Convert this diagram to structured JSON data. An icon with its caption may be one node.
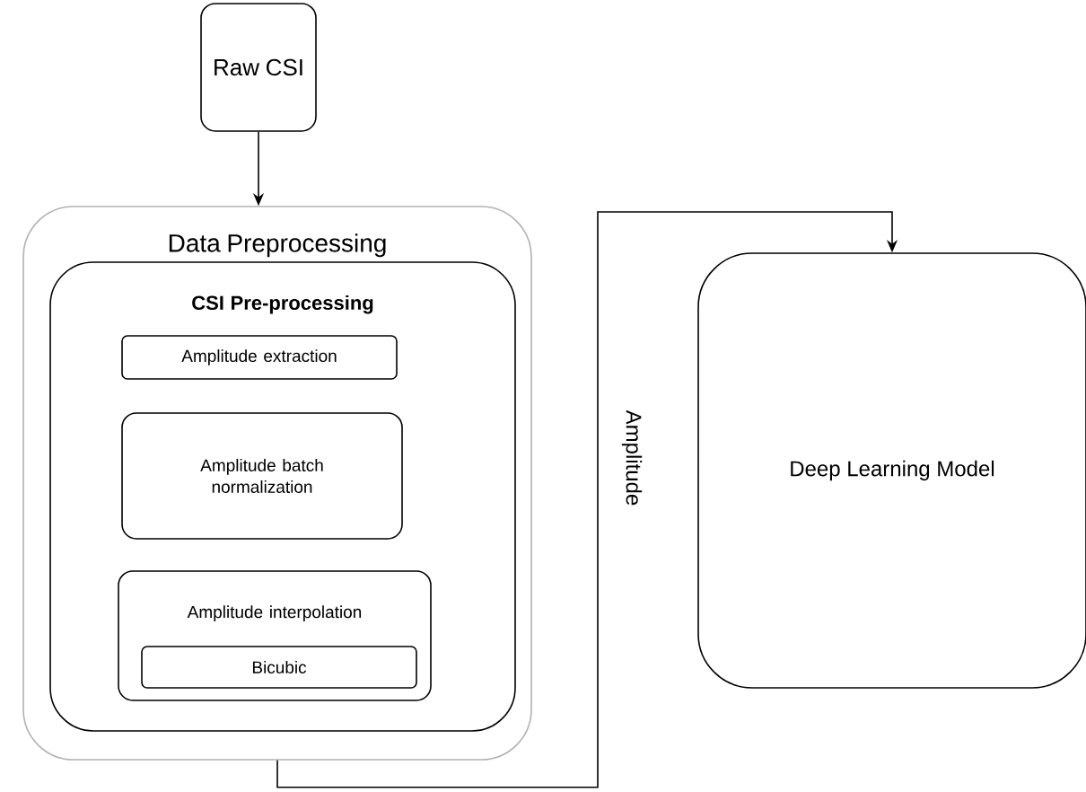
{
  "diagram": {
    "nodes": [
      {
        "text": [
          "Raw CSI"
        ]
      },
      {
        "text": [
          "Data Preprocessing"
        ]
      },
      {
        "text": [
          "CSI Pre-processing"
        ],
        "in": 1
      },
      {
        "text": [
          "Amplitude extraction"
        ],
        "in": 2
      },
      {
        "text": [
          "Amplitude batch normalization"
        ],
        "in": 2
      },
      {
        "text": [
          "Amplitude interpolation"
        ],
        "in": 2
      },
      {
        "text": [
          "Bicubic"
        ],
        "in": 5
      },
      {
        "text": [
          "Deep Learning Model"
        ]
      }
    ],
    "edges": [
      {
        "from": 0,
        "to": 1,
        "arrow": "to"
      },
      {
        "from": 1,
        "to": 7,
        "arrow": "to",
        "label": "Amplitude"
      }
    ]
  }
}
